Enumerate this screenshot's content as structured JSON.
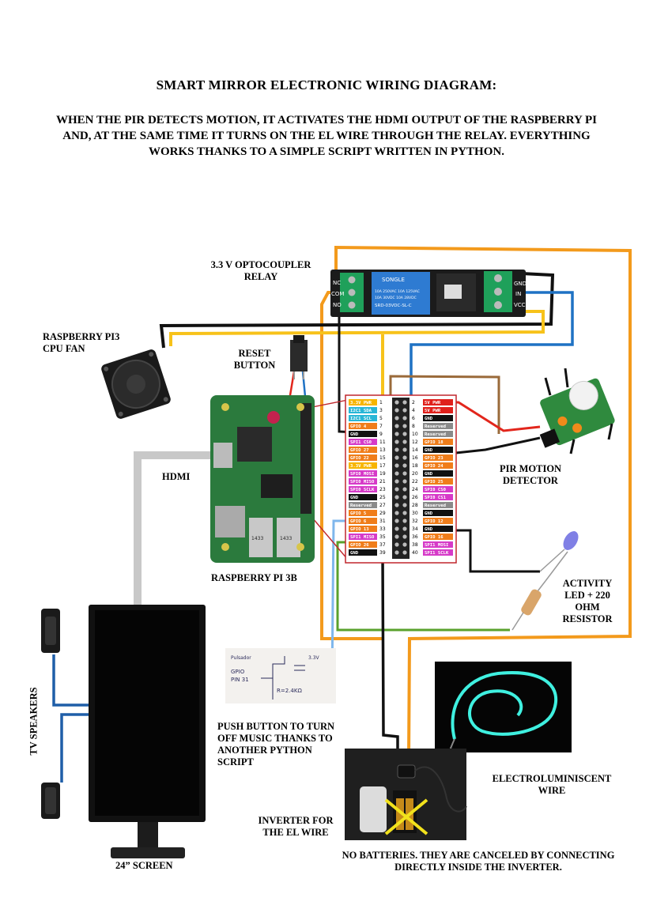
{
  "title": "SMART MIRROR ELECTRONIC WIRING DIAGRAM:",
  "subtitle": "WHEN THE PIR DETECTS MOTION, IT ACTIVATES THE HDMI OUTPUT OF THE RASPBERRY PI AND, AT THE SAME TIME IT TURNS ON THE EL WIRE THROUGH THE RELAY. EVERYTHING WORKS THANKS TO A SIMPLE SCRIPT WRITTEN IN PYTHON.",
  "labels": {
    "relay": "3.3 V OPTOCOUPLER RELAY",
    "fan": "RASPBERRY PI3 CPU FAN",
    "reset": "RESET BUTTON",
    "hdmi": "HDMI",
    "pi": "RASPBERRY PI 3B",
    "pir": "PIR MOTION DETECTOR",
    "led": "ACTIVITY LED + 220 OHM RESISTOR",
    "speakers": "TV SPEAKERS",
    "pushbutton": "PUSH BUTTON TO TURN OFF MUSIC THANKS TO ANOTHER PYTHON SCRIPT",
    "elwire": "ELECTROLUMINISCENT WIRE",
    "inverter": "INVERTER FOR THE EL WIRE",
    "batteries": "NO BATTERIES. THEY ARE CANCELED BY CONNECTING DIRECTLY INSIDE THE INVERTER.",
    "screen": "24” SCREEN"
  },
  "relay_terminals": {
    "left": [
      "NC",
      "COM",
      "NO"
    ],
    "right": [
      "GND",
      "IN",
      "VCC"
    ],
    "brand": "SONGLE",
    "spec": [
      "10A 250VAC 10A 125VAC",
      "10A 30VDC 10A 28VDC",
      "SRD-03VDC-SL-C"
    ]
  },
  "gpio_left": [
    {
      "num": "1",
      "label": "3.3V PWR",
      "color": "#f7b500"
    },
    {
      "num": "3",
      "label": "I2C1 SDA",
      "color": "#29b6d6"
    },
    {
      "num": "5",
      "label": "I2C1 SCL",
      "color": "#29b6d6"
    },
    {
      "num": "7",
      "label": "GPIO 4",
      "color": "#f07d1a"
    },
    {
      "num": "9",
      "label": "GND",
      "color": "#111111"
    },
    {
      "num": "11",
      "label": "SPI1 CS0",
      "color": "#d63ac8"
    },
    {
      "num": "13",
      "label": "GPIO 27",
      "color": "#f07d1a"
    },
    {
      "num": "15",
      "label": "GPIO 22",
      "color": "#f07d1a"
    },
    {
      "num": "17",
      "label": "3.3V PWR",
      "color": "#f7b500"
    },
    {
      "num": "19",
      "label": "SPI0 MOSI",
      "color": "#d63ac8"
    },
    {
      "num": "21",
      "label": "SPI0 MISO",
      "color": "#d63ac8"
    },
    {
      "num": "23",
      "label": "SPI0 SCLK",
      "color": "#d63ac8"
    },
    {
      "num": "25",
      "label": "GND",
      "color": "#111111"
    },
    {
      "num": "27",
      "label": "Reserved",
      "color": "#8a8a8a"
    },
    {
      "num": "29",
      "label": "GPIO 5",
      "color": "#f07d1a"
    },
    {
      "num": "31",
      "label": "GPIO 6",
      "color": "#f07d1a"
    },
    {
      "num": "33",
      "label": "GPIO 13",
      "color": "#f07d1a"
    },
    {
      "num": "35",
      "label": "SPI1 MISO",
      "color": "#d63ac8"
    },
    {
      "num": "37",
      "label": "GPIO 26",
      "color": "#f07d1a"
    },
    {
      "num": "39",
      "label": "GND",
      "color": "#111111"
    }
  ],
  "gpio_right": [
    {
      "num": "2",
      "label": "5V PWR",
      "color": "#e0201b"
    },
    {
      "num": "4",
      "label": "5V PWR",
      "color": "#e0201b"
    },
    {
      "num": "6",
      "label": "GND",
      "color": "#111111"
    },
    {
      "num": "8",
      "label": "Reserved",
      "color": "#8a8a8a"
    },
    {
      "num": "10",
      "label": "Reserved",
      "color": "#8a8a8a"
    },
    {
      "num": "12",
      "label": "GPIO 18",
      "color": "#f07d1a"
    },
    {
      "num": "14",
      "label": "GND",
      "color": "#111111"
    },
    {
      "num": "16",
      "label": "GPIO 23",
      "color": "#f07d1a"
    },
    {
      "num": "18",
      "label": "GPIO 24",
      "color": "#f07d1a"
    },
    {
      "num": "20",
      "label": "GND",
      "color": "#111111"
    },
    {
      "num": "22",
      "label": "GPIO 25",
      "color": "#f07d1a"
    },
    {
      "num": "24",
      "label": "SPI0 CS0",
      "color": "#d63ac8"
    },
    {
      "num": "26",
      "label": "SPI0 CS1",
      "color": "#d63ac8"
    },
    {
      "num": "28",
      "label": "Reserved",
      "color": "#8a8a8a"
    },
    {
      "num": "30",
      "label": "GND",
      "color": "#111111"
    },
    {
      "num": "32",
      "label": "GPIO 12",
      "color": "#f07d1a"
    },
    {
      "num": "34",
      "label": "GND",
      "color": "#111111"
    },
    {
      "num": "36",
      "label": "GPIO 16",
      "color": "#f07d1a"
    },
    {
      "num": "38",
      "label": "SPI1 MOSI",
      "color": "#d63ac8"
    },
    {
      "num": "40",
      "label": "SPI1 SCLK",
      "color": "#d63ac8"
    }
  ],
  "sketch_text": [
    "Pulsador",
    "GPIO",
    "PIN 31",
    "3.3V",
    "R=2.4KΩ"
  ],
  "pi_chips": [
    "1433",
    "1433"
  ],
  "wire_colors": {
    "orange": "#f39a1c",
    "black": "#111111",
    "yellow": "#f7c21a",
    "blue": "#1f72c4",
    "lightblue": "#7fb7ec",
    "brown": "#9a6a3a",
    "red": "#e2261c",
    "green": "#5aa12c",
    "gray": "#c8c8c8"
  }
}
